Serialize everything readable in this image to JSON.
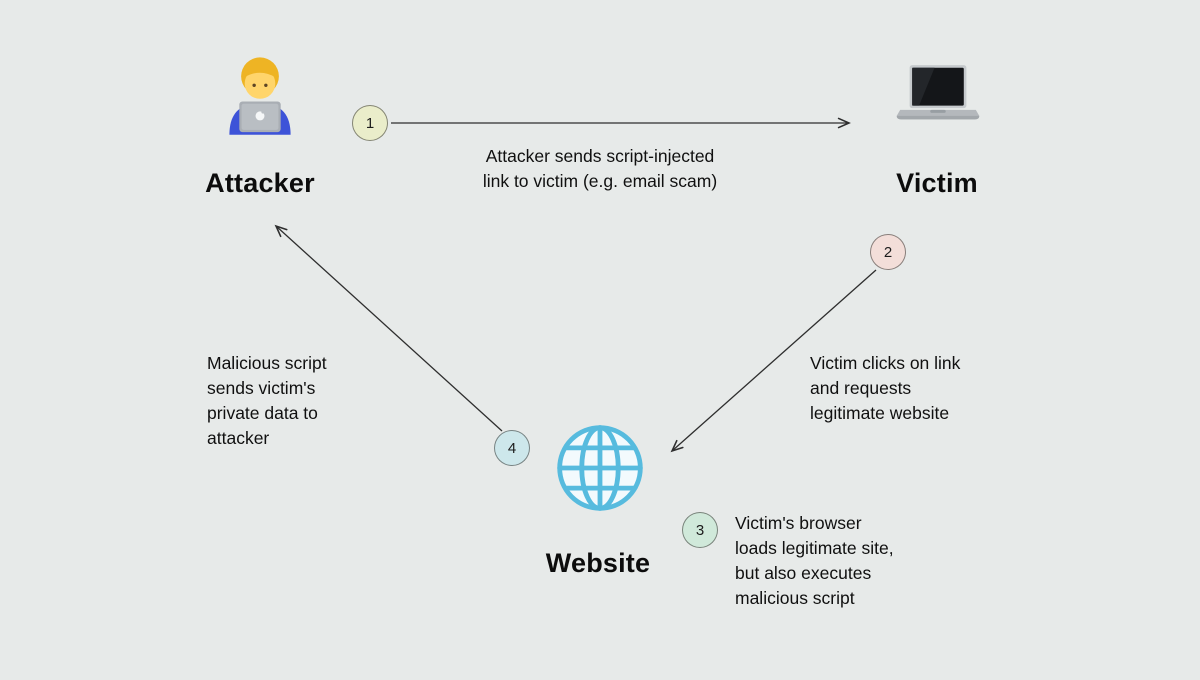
{
  "canvas": {
    "background": "#e7eae9",
    "arrow_color": "#2e2e2e"
  },
  "nodes": {
    "attacker": {
      "label": "Attacker",
      "icon": "man-technologist-icon"
    },
    "victim": {
      "label": "Victim",
      "icon": "laptop-icon"
    },
    "website": {
      "label": "Website",
      "icon": "globe-icon"
    }
  },
  "steps": [
    {
      "number": "1",
      "color": "#eaedca",
      "text": "Attacker sends script-injected\nlink to victim (e.g. email scam)"
    },
    {
      "number": "2",
      "color": "#f3ded9",
      "text": "Victim clicks on link\nand requests\nlegitimate website"
    },
    {
      "number": "3",
      "color": "#d0e9da",
      "text": "Victim's browser\nloads legitimate site,\nbut also executes\nmalicious script"
    },
    {
      "number": "4",
      "color": "#cde7eb",
      "text": "Malicious script\nsends victim's\nprivate data to\nattacker"
    }
  ]
}
